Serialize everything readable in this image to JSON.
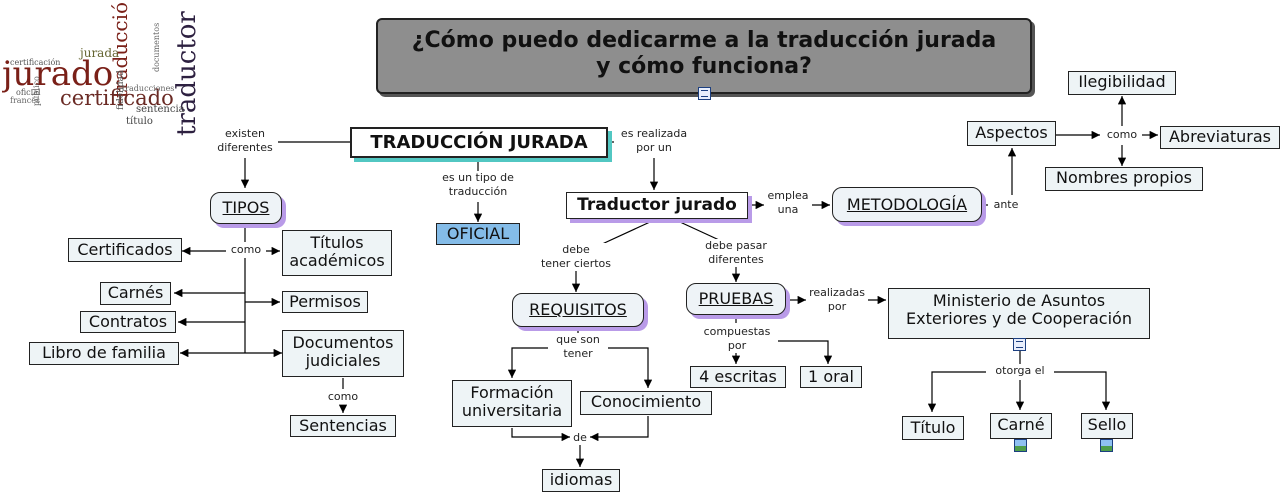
{
  "title": {
    "line1": "¿Cómo puedo dedicarme a la traducción jurada",
    "line2": "y cómo funciona?"
  },
  "word_cloud": {
    "words": [
      "jurado",
      "traducción",
      "traductor",
      "certificado",
      "certificación",
      "jurada",
      "sentencia",
      "oficial",
      "fidelidad",
      "título",
      "traducciones",
      "documentos",
      "público",
      "francés"
    ]
  },
  "nodes": {
    "main": "TRADUCCIÓN JURADA",
    "tipos": "TIPOS",
    "oficial": "OFICIAL",
    "traductor": "Traductor jurado",
    "metodologia": "METODOLOGÍA",
    "aspectos": "Aspectos",
    "ilegibilidad": "Ilegibilidad",
    "abreviaturas": "Abreviaturas",
    "nombres_propios": "Nombres propios",
    "certificados": "Certificados",
    "titulos_1": "Títulos",
    "titulos_2": "académicos",
    "carnes": "Carnés",
    "permisos": "Permisos",
    "contratos": "Contratos",
    "libro": "Libro de familia",
    "documentos_1": "Documentos",
    "documentos_2": "judiciales",
    "sentencias": "Sentencias",
    "requisitos": "REQUISITOS",
    "formacion_1": "Formación",
    "formacion_2": "universitaria",
    "conocimiento": "Conocimiento",
    "idiomas": "idiomas",
    "pruebas": "PRUEBAS",
    "escritas": "4 escritas",
    "oral": "1 oral",
    "ministerio_1": "Ministerio de Asuntos",
    "ministerio_2": "Exteriores y de Cooperación",
    "titulo": "Título",
    "carne": "Carné",
    "sello": "Sello"
  },
  "links": {
    "existen_1": "existen",
    "existen_2": "diferentes",
    "es_tipo_1": "es un tipo de",
    "es_tipo_2": "traducción",
    "realizada_1": "es realizada",
    "realizada_2": "por un",
    "emplea_1": "emplea",
    "emplea_2": "una",
    "ante": "ante",
    "como_aspectos": "como",
    "como_tipos": "como",
    "como_documentos": "como",
    "debe_tener_1": "debe",
    "debe_tener_2": "tener ciertos",
    "debe_pasar_1": "debe pasar",
    "debe_pasar_2": "diferentes",
    "que_son_1": "que son",
    "que_son_2": "tener",
    "de": "de",
    "compuestas_1": "compuestas",
    "compuestas_2": "por",
    "realizadas_1": "realizadas",
    "realizadas_2": "por",
    "otorga": "otorga el"
  },
  "colors": {
    "title_bg": "#8e8e8e",
    "node_bg": "#eef4f6",
    "main_shadow": "#52c7c2",
    "rounded_shadow": "#b99be8",
    "oficial_bg": "#84bce8",
    "line": "#000000"
  },
  "icons": [
    "document-icon",
    "image-icon"
  ]
}
